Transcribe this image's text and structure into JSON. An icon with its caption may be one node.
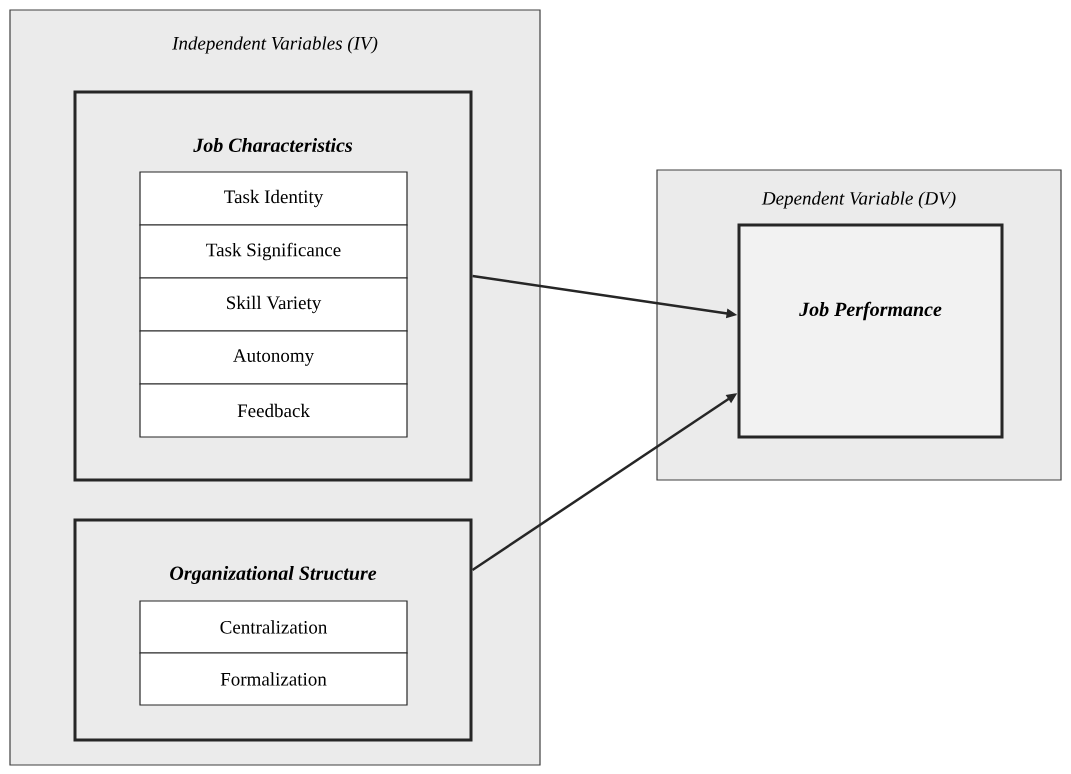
{
  "diagram": {
    "nodes": [
      {
        "text": [
          "Independent Variables (IV)"
        ]
      },
      {
        "text": [
          "Job Characteristics"
        ],
        "in": 0
      },
      {
        "text": [
          "Task Identity"
        ],
        "in": 1
      },
      {
        "text": [
          "Task Significance"
        ],
        "in": 1
      },
      {
        "text": [
          "Skill Variety"
        ],
        "in": 1
      },
      {
        "text": [
          "Autonomy"
        ],
        "in": 1
      },
      {
        "text": [
          "Feedback"
        ],
        "in": 1
      },
      {
        "text": [
          "Organizational Structure"
        ],
        "in": 0
      },
      {
        "text": [
          "Centralization"
        ],
        "in": 7
      },
      {
        "text": [
          "Formalization"
        ],
        "in": 7
      },
      {
        "text": [
          "Dependent Variable (DV)"
        ]
      },
      {
        "text": [
          "Job Performance"
        ],
        "in": 10
      }
    ],
    "edges": [
      {
        "from": 1,
        "to": 11,
        "arrow": "to"
      },
      {
        "from": 7,
        "to": 11,
        "arrow": "to"
      }
    ]
  }
}
